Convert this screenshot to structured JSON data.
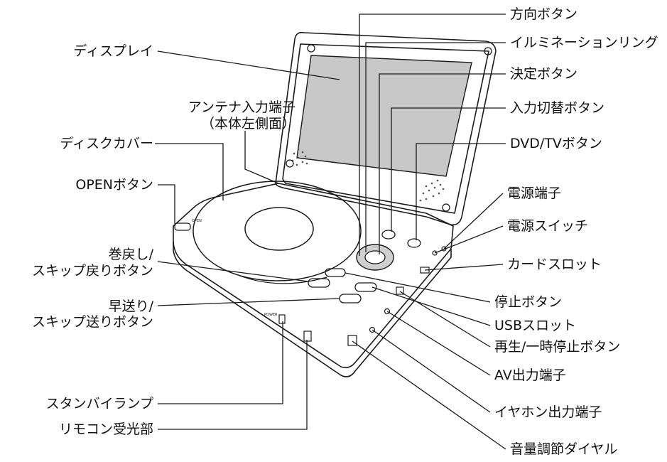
{
  "labels": {
    "display": "ディスプレイ",
    "antenna_1": "アンテナ入力端子",
    "antenna_2": "（本体左側面）",
    "disc_cover": "ディスクカバー",
    "open_button": "OPENボタン",
    "rewind_1": "巻戻し/",
    "rewind_2": "スキップ戻りボタン",
    "ff_1": "早送り/",
    "ff_2": "スキップ送りボタン",
    "standby_lamp": "スタンバイランプ",
    "remote_receiver": "リモコン受光部",
    "direction_button": "方向ボタン",
    "illumination_ring": "イルミネーションリング",
    "enter_button": "決定ボタン",
    "input_switch": "入力切替ボタン",
    "dvd_tv": "DVD/TVボタン",
    "power_terminal": "電源端子",
    "power_switch": "電源スイッチ",
    "card_slot": "カードスロット",
    "stop_button": "停止ボタン",
    "usb_slot": "USBスロット",
    "play_pause": "再生/一時停止ボタン",
    "av_out": "AV出力端子",
    "earphone_out": "イヤホン出力端子",
    "volume_dial": "音量調節ダイヤル"
  },
  "device_text": {
    "open": "OPEN",
    "power": "POWER"
  }
}
